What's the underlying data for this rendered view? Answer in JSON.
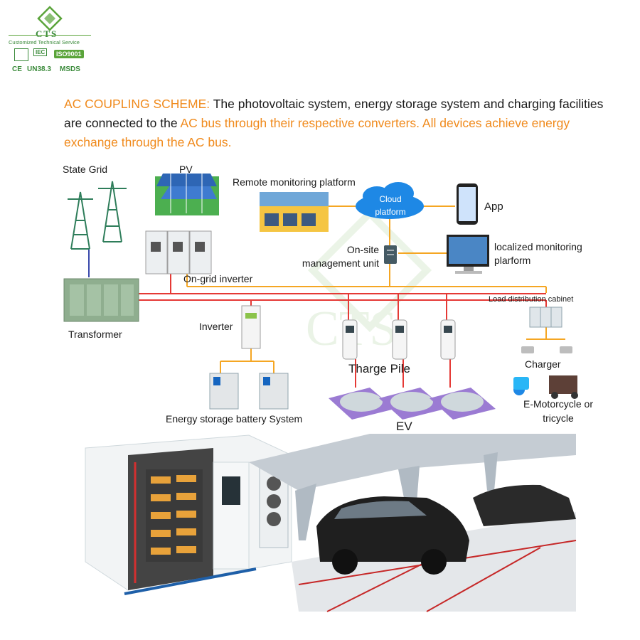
{
  "logo": {
    "brand": "CTS",
    "tagline": "Customized Technical Service",
    "certs": [
      "ISO9001"
    ],
    "marks": [
      "CE",
      "UN38.3",
      "MSDS"
    ],
    "iec": "IEC"
  },
  "headline": {
    "part1": "AC COUPLING SCHEME:",
    "part2": " The photovoltaic system, energy storage system and charging facilities are connected to the ",
    "part3": "AC bus through their respective converters. All devices achieve energy exchange through the AC bus."
  },
  "labels": {
    "state_grid": "State Grid",
    "pv": "PV",
    "remote": "Remote monitoring platform",
    "cloud": "Cloud platform",
    "app": "App",
    "onsite": "On-site management unit",
    "localized": "localized monitoring plarform",
    "on_grid_inverter": "On-grid inverter",
    "load_cabinet": "Load distribution cabinet",
    "transformer": "Transformer",
    "inverter": "Inverter",
    "tharge_pile": "Tharge Pile",
    "charger": "Charger",
    "ess": "Energy storage battery System",
    "ev": "EV",
    "emoto": "E-Motorcycle or tricycle"
  },
  "colors": {
    "accent": "#f08a1c",
    "ac_bus": "#e53935",
    "data_line": "#f5a623",
    "brand_green": "#3a8a3a"
  }
}
